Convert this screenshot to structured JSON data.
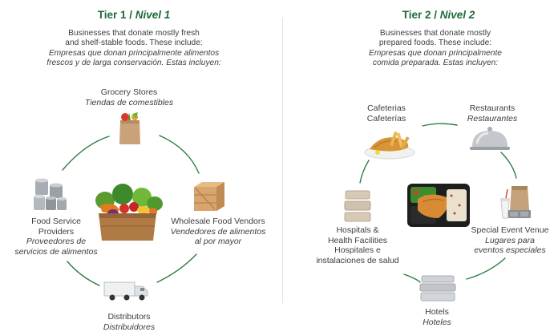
{
  "tier1": {
    "title": "Tier 1 / ",
    "title_es": "Nivel 1",
    "intro_en_1": "Businesses that donate mostly fresh",
    "intro_en_2": "and shelf-stable foods. These include:",
    "intro_es_1": "Empresas que donan principalmente alimentos",
    "intro_es_2": "frescos y de larga conservación. Estas incluyen:",
    "categories": [
      {
        "en": "Grocery Stores",
        "es": "Tiendas de comestibles",
        "icon": "grocery-bag-icon"
      },
      {
        "en": "Wholesale Food Vendors",
        "es_1": "Vendedores de alimentos",
        "es_2": "al por mayor",
        "icon": "wooden-crate-icon"
      },
      {
        "en": "Distributors",
        "es": "Distribuidores",
        "icon": "delivery-truck-icon"
      },
      {
        "en_1": "Food Service",
        "en_2": "Providers",
        "es_1": "Proveedores de",
        "es_2": "servicios de alimentos",
        "icon": "canned-goods-icon"
      }
    ],
    "center_icon": "produce-basket-icon"
  },
  "tier2": {
    "title": "Tier 2 / ",
    "title_es": "Nivel 2",
    "intro_en_1": "Businesses that donate mostly",
    "intro_en_2": "prepared foods. These include:",
    "intro_es_1": "Empresas que donan principalmente",
    "intro_es_2": "comida preparada. Estas incluyen:",
    "categories": [
      {
        "en": "Cafeterias",
        "es": "Cafeterías",
        "icon": "fish-and-chips-icon"
      },
      {
        "en": "Restaurants",
        "es": "Restaurantes",
        "icon": "cloche-icon"
      },
      {
        "en": "Special Event Venue",
        "es_1": "Lugares para",
        "es_2": "eventos especiales",
        "icon": "takeout-drink-icon"
      },
      {
        "en": "Hotels",
        "es": "Hoteles",
        "icon": "foil-trays-icon"
      },
      {
        "en_1": "Hospitals &",
        "en_2": "Health Facilities",
        "es_1": "Hospitales e",
        "es_2": "instalaciones de salud",
        "icon": "takeout-boxes-icon"
      }
    ],
    "center_icon": "prepared-meal-tray-icon"
  },
  "colors": {
    "accent_green": "#1f6b3a",
    "ring_green": "#2e7d46",
    "text": "#3d3d3d"
  }
}
